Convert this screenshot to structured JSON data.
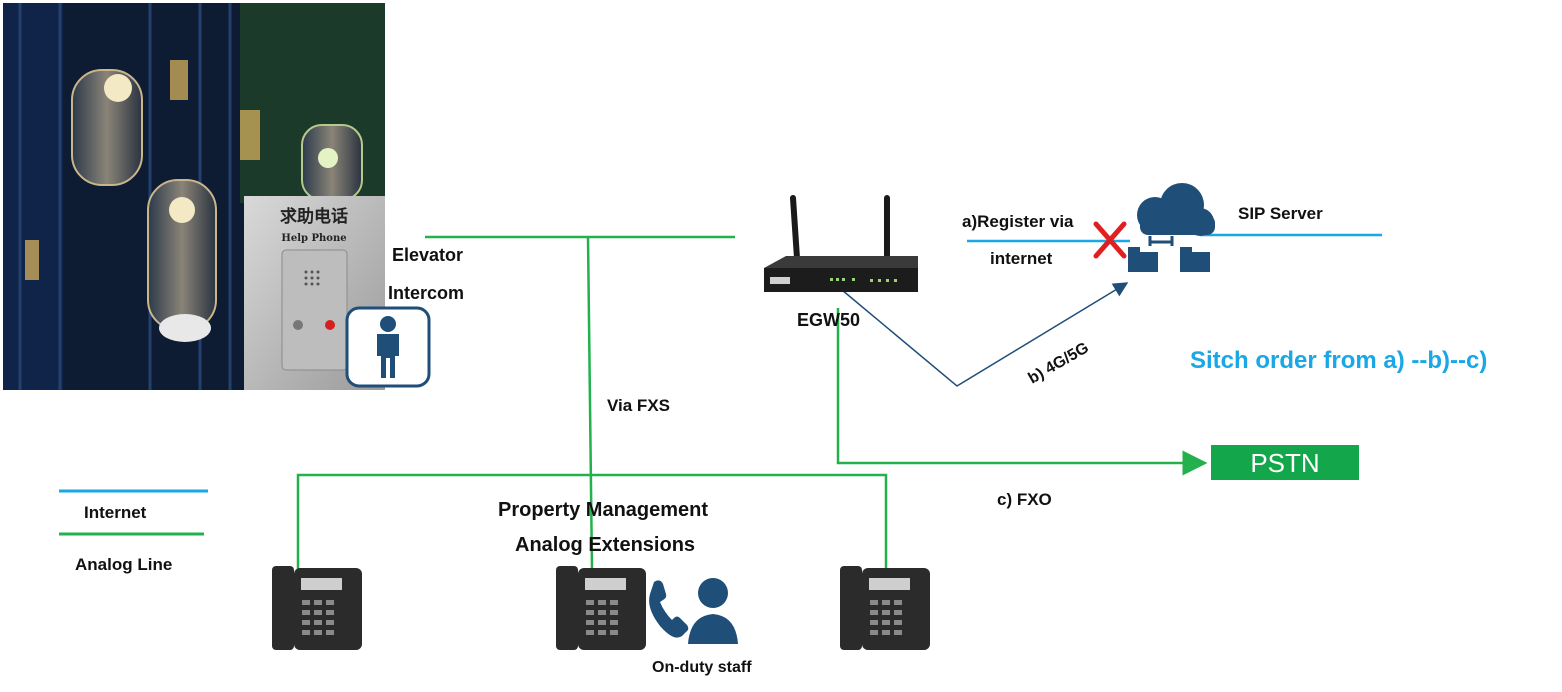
{
  "photo": {
    "panel_text_cn": "求助电话",
    "panel_text_en": "Help Phone"
  },
  "labels": {
    "elevator": "Elevator",
    "intercom": "Intercom",
    "via_fxs": "Via FXS",
    "device": "EGW50",
    "register_line1": "a)Register via",
    "register_line2": "internet",
    "sip_server": "SIP Server",
    "cellular": "b) 4G/5G",
    "fxo": "c) FXO",
    "pstn": "PSTN",
    "switch_order": "Sitch order from a) --b)--c)",
    "property_line1": "Property Management",
    "property_line2": "Analog Extensions",
    "staff": "On-duty staff"
  },
  "legend": {
    "internet": "Internet",
    "analog": "Analog Line"
  },
  "colors": {
    "analog_line": "#22b14c",
    "internet_line": "#1aa7e6",
    "cellular_line": "#1f4e79",
    "icon_blue": "#1f4e79",
    "pstn_bg": "#14a64a",
    "switch_text": "#1aa7e6",
    "cross": "#e02020"
  },
  "icons": [
    "person-icon",
    "router-icon",
    "cloud-server-icon",
    "cross-icon",
    "desk-phone-icon",
    "staff-icon"
  ]
}
